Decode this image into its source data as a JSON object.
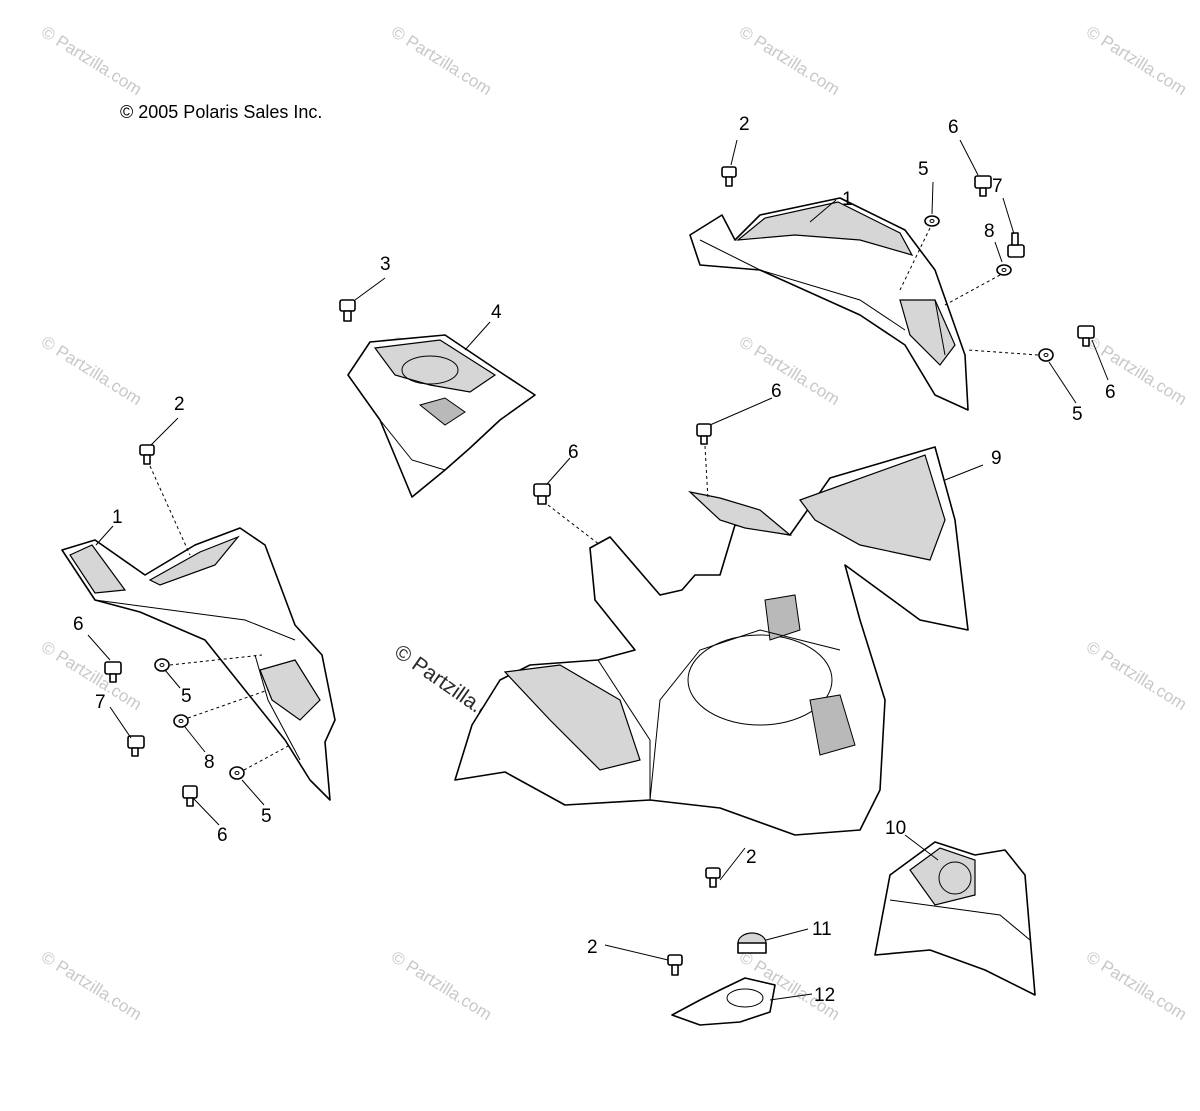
{
  "copyright": "© 2005 Polaris Sales Inc.",
  "watermark": "© Partzilla.com",
  "center_watermark": "© Partzilla.com",
  "callouts": {
    "c1a": "1",
    "c1b": "1",
    "c2a": "2",
    "c2b": "2",
    "c2c": "2",
    "c2d": "2",
    "c3": "3",
    "c4": "4",
    "c5a": "5",
    "c5b": "5",
    "c5c": "5",
    "c5d": "5",
    "c6a": "6",
    "c6b": "6",
    "c6c": "6",
    "c6d": "6",
    "c6e": "6",
    "c6f": "6",
    "c7a": "7",
    "c7b": "7",
    "c8a": "8",
    "c8b": "8",
    "c9": "9",
    "c10": "10",
    "c11": "11",
    "c12": "12"
  },
  "colors": {
    "line": "#000000",
    "shade": "#d6d6d6",
    "watermark": "#c8c8c8"
  }
}
